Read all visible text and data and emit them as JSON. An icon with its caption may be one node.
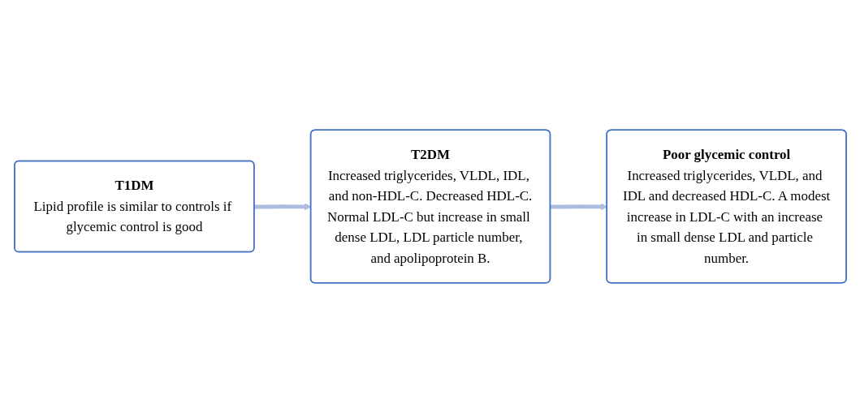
{
  "diagram": {
    "nodes": [
      {
        "text": [
          "T1DM",
          "Lipid profile is similar to controls if glycemic control is good"
        ]
      },
      {
        "text": [
          "T2DM",
          "Increased triglycerides, VLDL, IDL, and non-HDL-C. Decreased HDL-C.",
          "Normal LDL-C but increase in small dense LDL, LDL particle number, and apolipoprotein B."
        ]
      },
      {
        "text": [
          "Poor glycemic control",
          "Increased triglycerides, VLDL, and IDL and decreased HDL-C. A modest",
          "increase in LDL-C with an increase in small dense LDL and particle number."
        ]
      }
    ],
    "edges": [
      {
        "from": 0,
        "to": 1,
        "arrow": "to"
      },
      {
        "from": 1,
        "to": 2,
        "arrow": "to"
      }
    ]
  }
}
